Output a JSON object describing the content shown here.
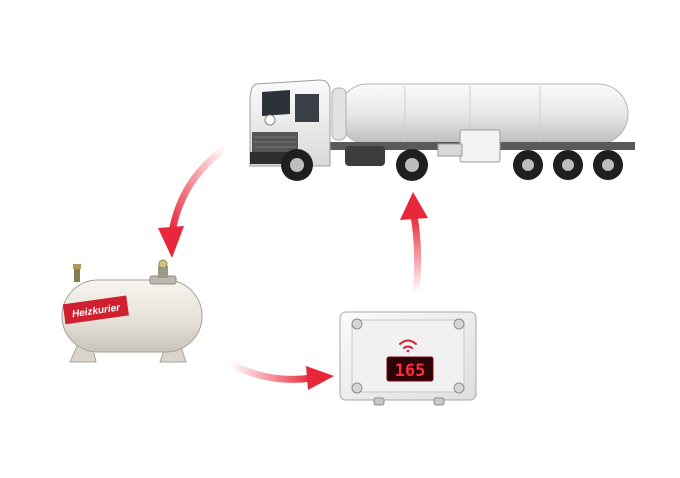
{
  "tank": {
    "brand_text": "Heizkurier",
    "label_color": "#d01f2f",
    "body_color": "#ece9e2"
  },
  "sensor": {
    "display_value": "165",
    "display_color": "#c8102e",
    "icon": "wifi-signal-icon"
  },
  "truck": {
    "cab_color": "#f2f2f2",
    "tank_color": "#e9e9e9"
  },
  "arrows": {
    "color": "#e8283a",
    "count": 3
  }
}
